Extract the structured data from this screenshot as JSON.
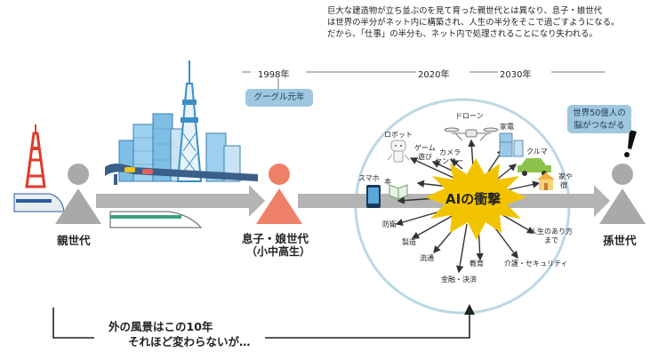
{
  "intro": {
    "line1": "巨大な建造物が立ち並ぶのを見て育った親世代とは異なり、息子・娘世代",
    "line2": "は世界の半分がネット内に構築され、人生の半分をそこで過ごすようになる。",
    "line3": "だから、「仕事」の半分も、ネット内で処理されることになり失われる。"
  },
  "timeline": {
    "y1998": "1998年",
    "y2020": "2020年",
    "y2030": "2030年"
  },
  "callouts": {
    "google": "グーグル元年",
    "brain_l1": "世界50億人の",
    "brain_l2": "脳がつながる"
  },
  "generations": {
    "parent": "親世代",
    "child_l1": "息子・娘世代",
    "child_l2": "（小中高生）",
    "grandchild": "孫世代"
  },
  "ai_impact": "AIの衝撃",
  "spokes": {
    "robot": "ロボット",
    "game_l1": "ゲーム",
    "game_l2": "遊び",
    "camera_l1": "カメラ",
    "camera_l2": "センサー",
    "drone": "ドローン",
    "appliance": "家電",
    "car": "クルマ",
    "house_l1": "家や",
    "house_l2": "宿",
    "smartphone": "スマホ",
    "book": "本",
    "defense": "防衛",
    "manufacturing": "製造",
    "logistics": "流通",
    "finance": "金融・決済",
    "education": "教育",
    "care": "介護・セキュリティ",
    "life_l1": "人生のあり方",
    "life_l2": "まで"
  },
  "bottom_note": {
    "line1": "外の風景はこの10年",
    "line2": "それほど変わらないが…"
  },
  "colors": {
    "person_gray": "#a9a9a9",
    "person_orange": "#ef8068",
    "arrow_gray": "#b4b4b4",
    "ai_yellow": "#f2c400",
    "circle_stroke": "#bcd8e4",
    "callout_blue": "#9fc7e0",
    "tower_red": "#e03a2c",
    "tower_blue": "#3a8fc4",
    "building_blue": "#7fbfe6"
  },
  "icons": [
    "tower-icon",
    "skytree-icon",
    "buildings-icon",
    "train-icon",
    "robot-icon",
    "drone-icon",
    "appliance-icon",
    "car-icon",
    "house-icon",
    "smartphone-icon",
    "book-icon",
    "camera-icon",
    "exclamation-icon"
  ]
}
